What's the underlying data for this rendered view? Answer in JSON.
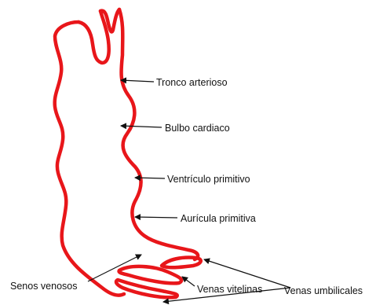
{
  "colors": {
    "outline": "#e8161a",
    "arrow": "#111111",
    "background": "#ffffff"
  },
  "labels": {
    "tronco_arterioso": "Tronco arterioso",
    "bulbo_cardiaco": "Bulbo cardiaco",
    "ventriculo_primitivo": "Ventrículo primitivo",
    "auricula_primitiva": "Aurícula primitiva",
    "senos_venosos": "Senos venosos",
    "venas_vitelinas": "Venas vitelinas",
    "venas_umbilicales": "Venas umbilicales"
  }
}
